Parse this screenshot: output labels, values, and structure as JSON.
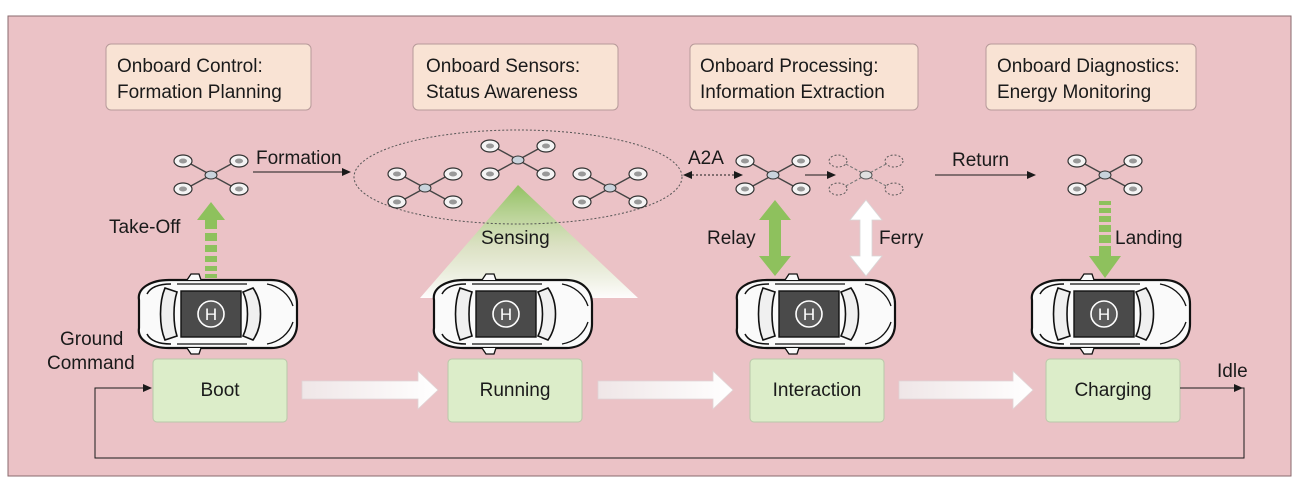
{
  "onboard_boxes": [
    {
      "line1": "Onboard Control:",
      "line2": "Formation Planning"
    },
    {
      "line1": "Onboard Sensors:",
      "line2": "Status Awareness"
    },
    {
      "line1": "Onboard Processing:",
      "line2": "Information Extraction"
    },
    {
      "line1": "Onboard Diagnostics:",
      "line2": "Energy Monitoring"
    }
  ],
  "labels": {
    "formation": "Formation",
    "a2a": "A2A",
    "return": "Return",
    "take_off": "Take-Off",
    "sensing": "Sensing",
    "relay": "Relay",
    "ferry": "Ferry",
    "landing": "Landing",
    "ground_command_1": "Ground",
    "ground_command_2": "Command",
    "idle": "Idle"
  },
  "states": [
    "Boot",
    "Running",
    "Interaction",
    "Charging"
  ],
  "helipad_letter": "H",
  "colors": {
    "background": "#ebc2c6",
    "onboard_box": "#f9e3d4",
    "state_box": "#dcedc9",
    "green_arrow": "#8ec15d"
  }
}
